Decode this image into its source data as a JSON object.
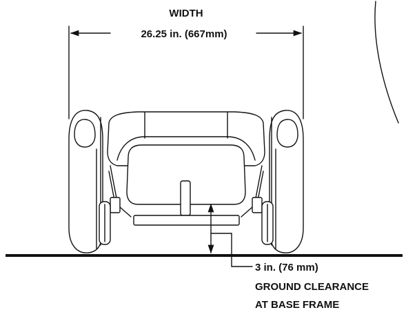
{
  "width_label": {
    "title": "WIDTH",
    "value": "26.25 in. (667mm)"
  },
  "clearance_label": {
    "value": "3 in. (76 mm)",
    "line1": "GROUND CLEARANCE",
    "line2": "AT BASE FRAME"
  }
}
